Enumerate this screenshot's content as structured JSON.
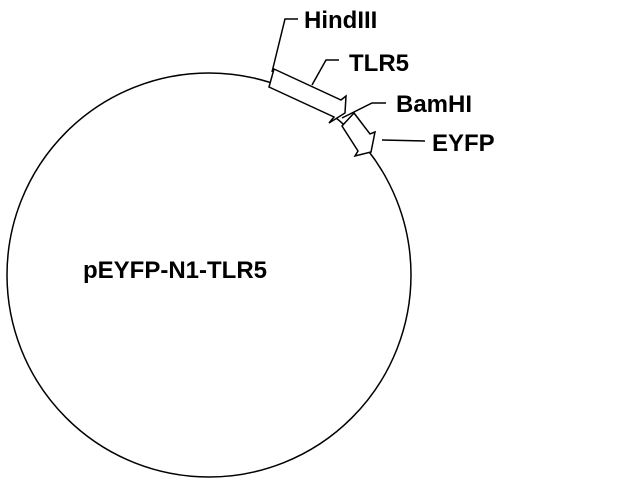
{
  "plasmid": {
    "name": "pEYFP-N1-TLR5",
    "line_color": "#000000",
    "fill_color": "#ffffff"
  },
  "features": {
    "hindiii": {
      "label": "HindIII"
    },
    "tlr5": {
      "label": "TLR5"
    },
    "bamhi": {
      "label": "BamHI"
    },
    "eyfp": {
      "label": "EYFP"
    }
  }
}
